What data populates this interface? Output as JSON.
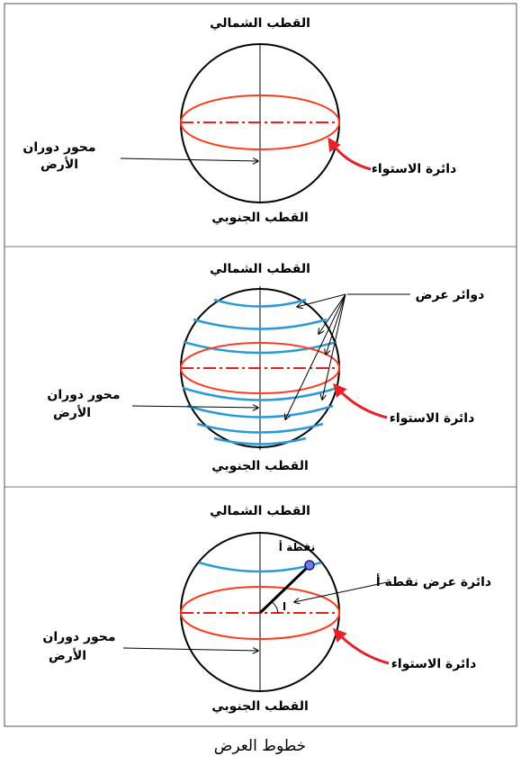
{
  "caption": "خطوط العرض",
  "colors": {
    "equator": "#ff3b1f",
    "latitude": "#2a9ad8",
    "arrow_red": "#e8202a",
    "outline": "#000000",
    "point": "#2233aa"
  },
  "panel1": {
    "north_pole": "القطب الشمالي",
    "south_pole": "القطب الجنوبي",
    "axis_line1": "محور دوران",
    "axis_line2": "الأرض",
    "equator": "دائرة الاستواء"
  },
  "panel2": {
    "north_pole": "القطب الشمالي",
    "south_pole": "القطب الجنوبي",
    "axis_line1": "محور دوران",
    "axis_line2": "الأرض",
    "equator": "دائرة الاستواء",
    "latitude_circles": "دوائر عرض"
  },
  "panel3": {
    "north_pole": "القطب الشمالي",
    "south_pole": "القطب الجنوبي",
    "axis_line1": "محور دوران",
    "axis_line2": "الأرض",
    "equator": "دائرة الاستواء",
    "point_a": "نقطة أ",
    "latitude_of_a": "دائرة عرض نقطة أ",
    "angle_mark": "ا"
  }
}
